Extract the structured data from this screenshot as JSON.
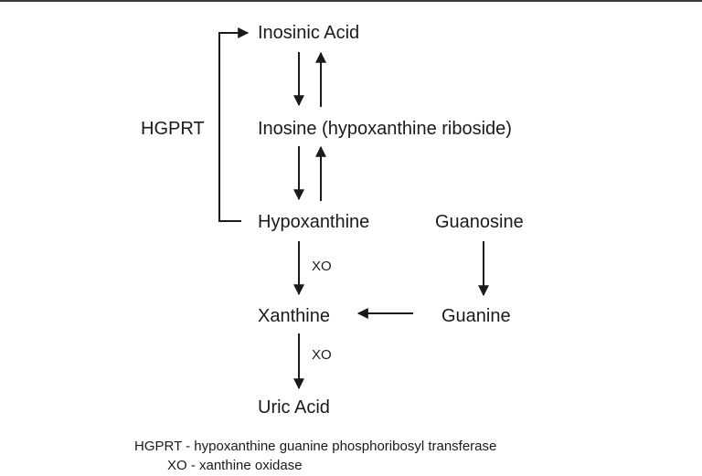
{
  "nodes": {
    "inosinic_acid": "Inosinic Acid",
    "inosine": "Inosine (hypoxanthine riboside)",
    "hypoxanthine": "Hypoxanthine",
    "guanosine": "Guanosine",
    "xanthine": "Xanthine",
    "guanine": "Guanine",
    "uric_acid": "Uric Acid"
  },
  "enzymes": {
    "hgprt": "HGPRT",
    "xo_1": "XO",
    "xo_2": "XO"
  },
  "legend": {
    "hgprt": "HGPRT - hypoxanthine guanine phosphoribosyl transferase",
    "xo": "XO - xanthine oxidase"
  },
  "colors": {
    "ink": "#1a1a1a",
    "background": "#ffffff"
  }
}
